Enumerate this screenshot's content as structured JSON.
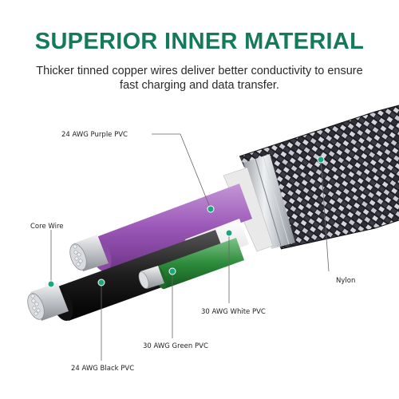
{
  "header": {
    "title": "SUPERIOR INNER MATERIAL",
    "subtitle_line1": "Thicker tinned copper wires deliver better conductivity to ensure",
    "subtitle_line2": "fast charging and data transfer."
  },
  "labels": {
    "purple": "24 AWG Purple PVC",
    "core": "Core   Wire",
    "nylon": "Nylon",
    "white": "30 AWG White PVC",
    "green": "30 AWG Green PVC",
    "black": "24 AWG Black PVC"
  },
  "colors": {
    "title": "#157a5a",
    "marker": "#1aa77e",
    "purple": "#9b57b8",
    "black": "#1a1a1a",
    "green": "#2d8b3b",
    "white": "#f2f2f2",
    "copper": "#c7c9cc",
    "braid_dark": "#232323",
    "braid_light": "#c9c9d2"
  }
}
